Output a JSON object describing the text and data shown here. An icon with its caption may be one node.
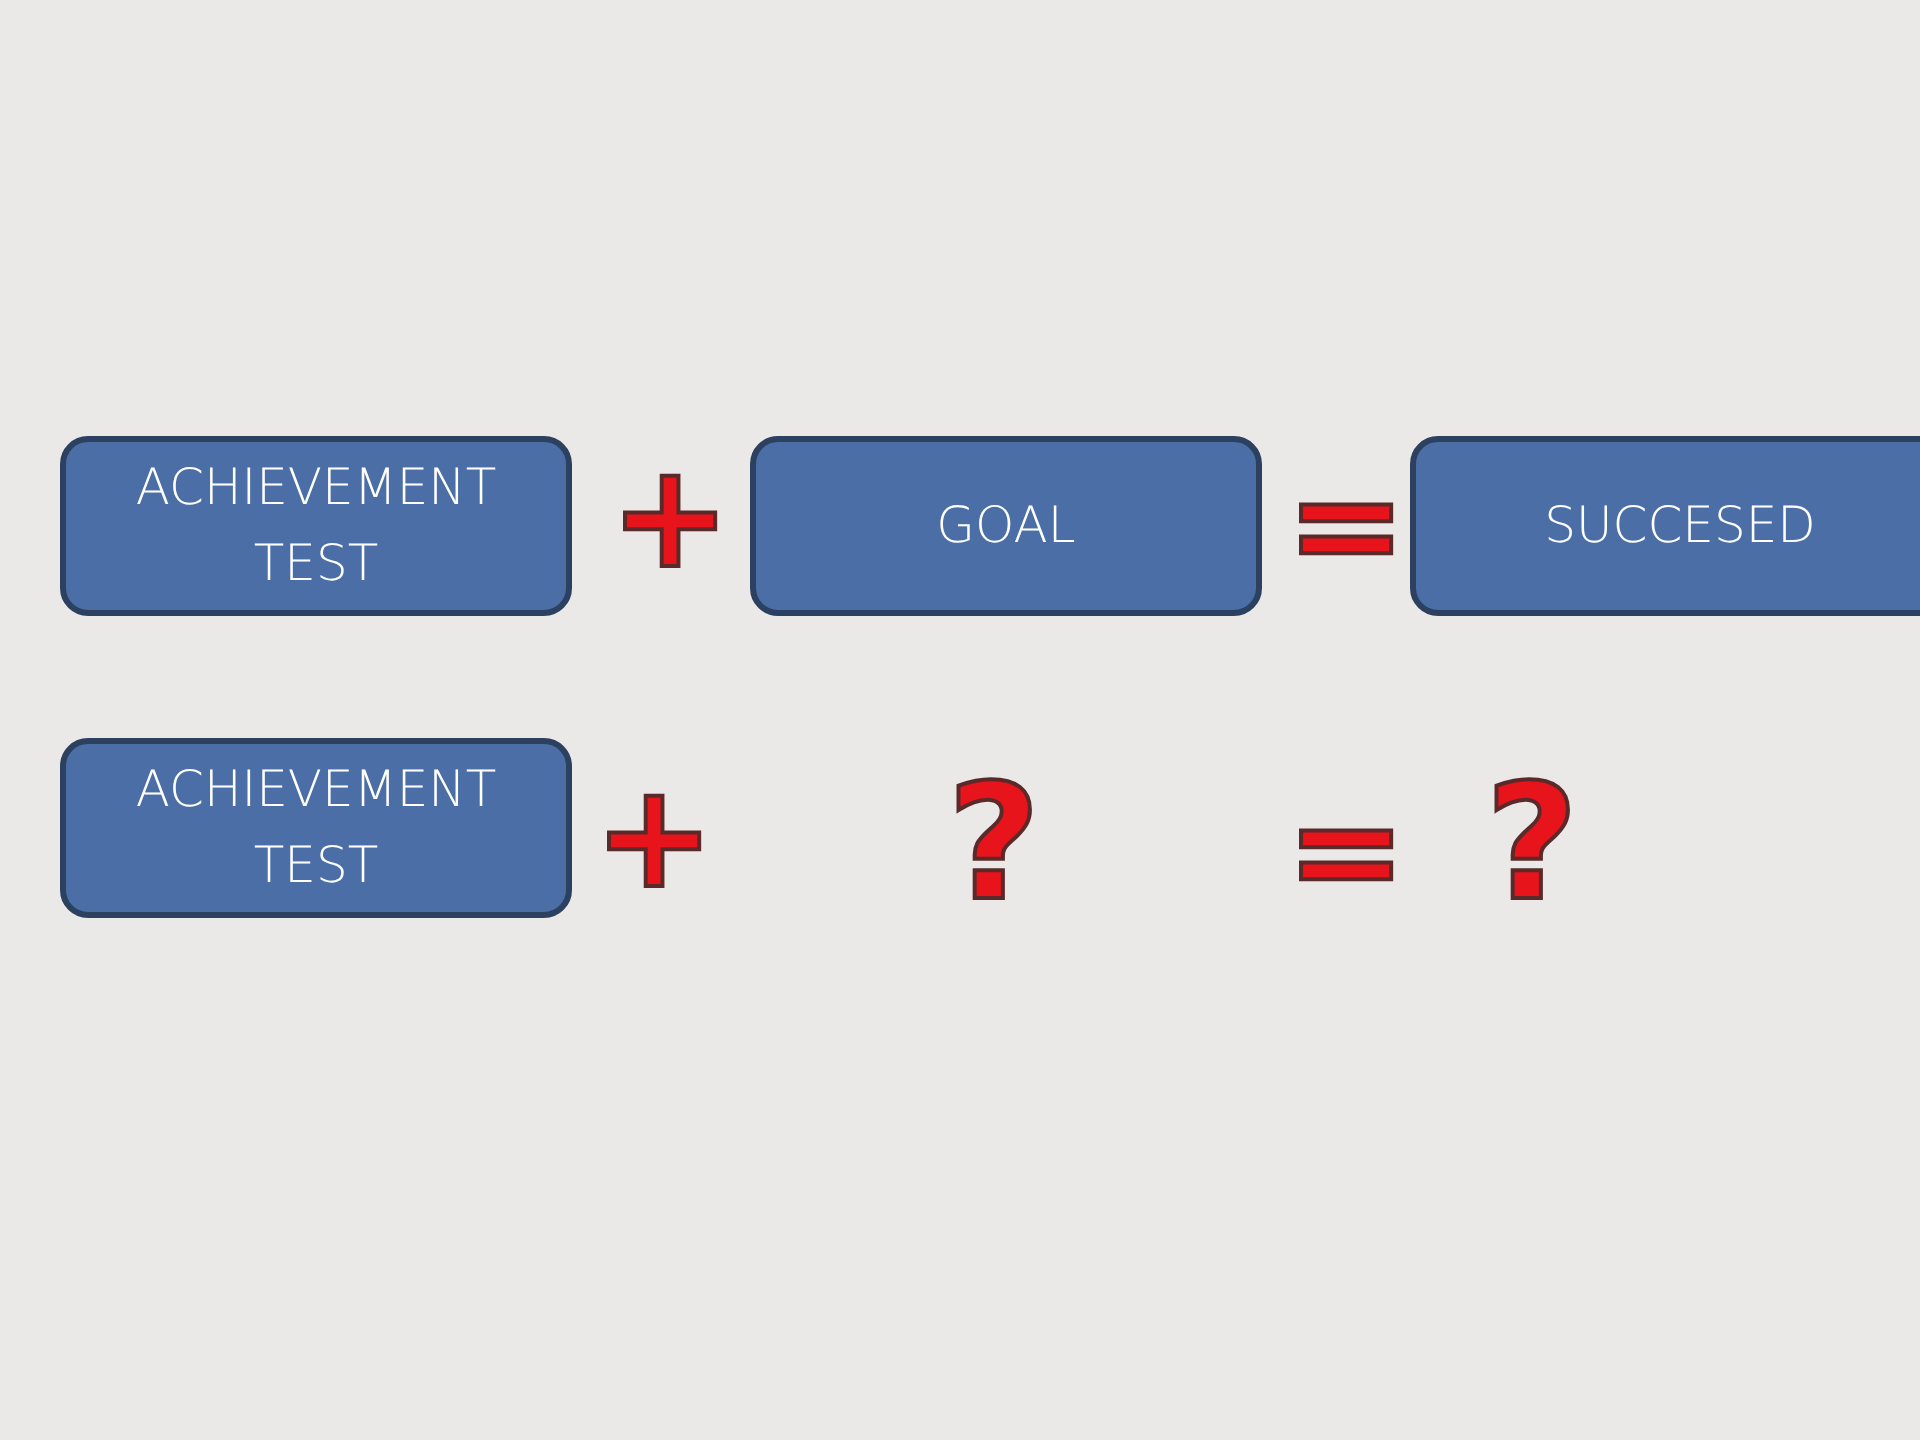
{
  "diagram": {
    "nodes": [
      {
        "text": [
          "ACHIEVEMENT TEST"
        ]
      },
      {
        "text": [
          "GOAL"
        ]
      },
      {
        "text": [
          "SUCCESED"
        ]
      },
      {
        "text": [
          "ACHIEVEMENT TEST"
        ]
      }
    ],
    "labels": [
      "+",
      "=",
      "+",
      "?",
      "=",
      "?"
    ]
  }
}
